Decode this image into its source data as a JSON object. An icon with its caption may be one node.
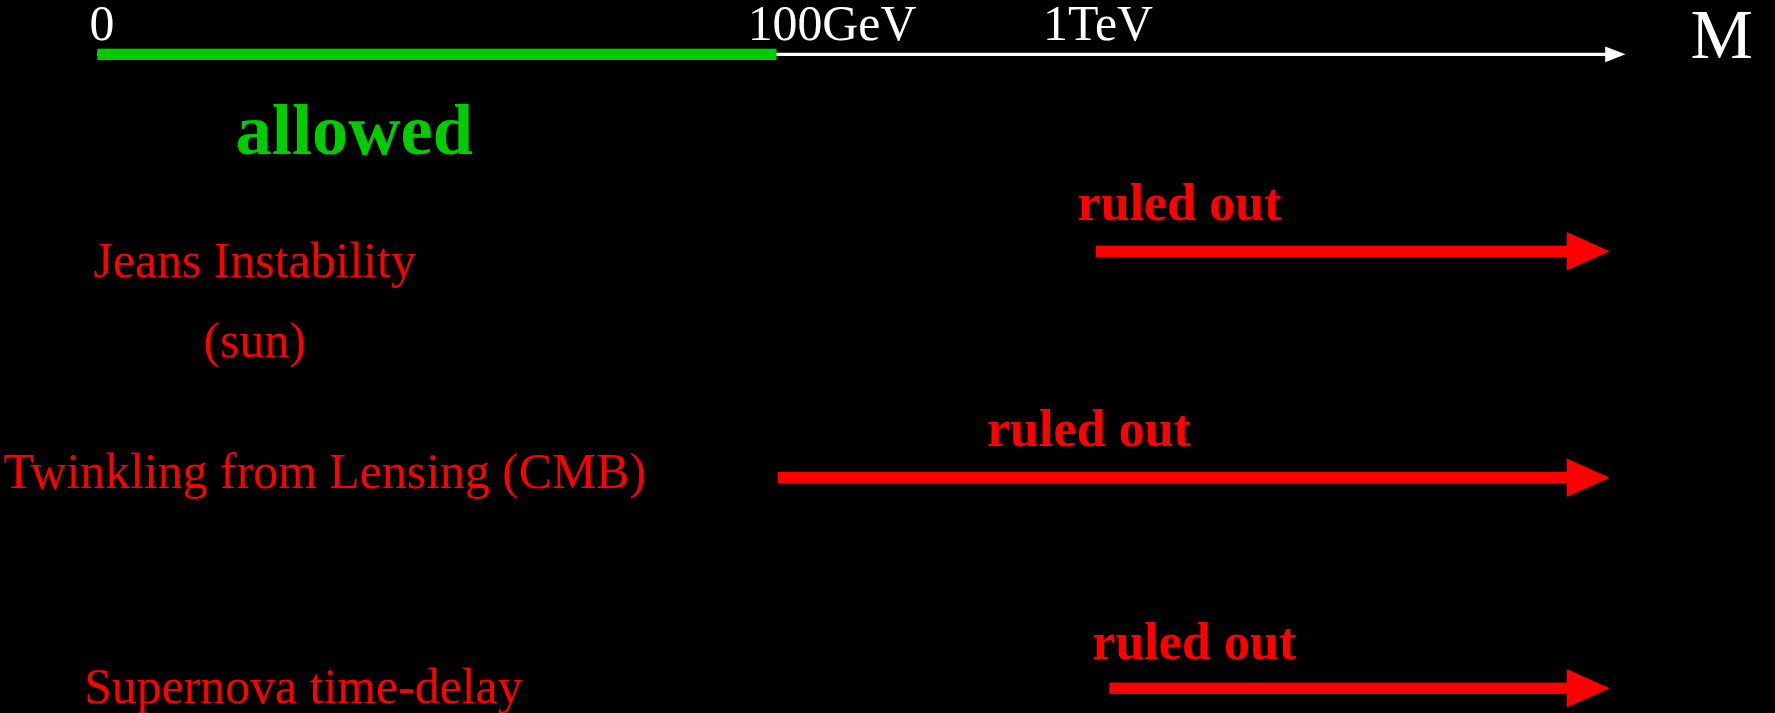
{
  "diagram": {
    "labels": [
      "0",
      "100GeV",
      "1TeV",
      "M",
      "allowed",
      "ruled out",
      "Jeans Instability (sun)",
      "ruled out",
      "Twinkling from Lensing (CMB)",
      "ruled out",
      "Supernova time-delay"
    ]
  }
}
